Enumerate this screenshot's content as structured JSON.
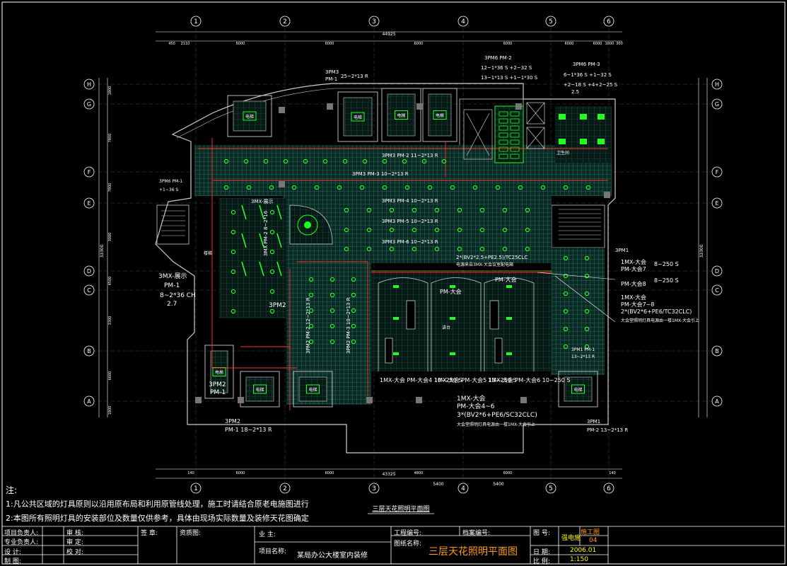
{
  "drawing": {
    "total_dimension": "44925",
    "top_dimensions": [
      "450",
      "2110",
      "6000",
      "6000",
      "6000",
      "6000",
      "6000",
      "6000",
      "1800",
      "300"
    ],
    "bottom_dimensions": [
      "140",
      "6000",
      "6000",
      "4800",
      "6000",
      "140"
    ],
    "bottom_total": "43325",
    "bottom_sub": [
      "5400",
      "5400"
    ],
    "left_dimensions": [
      "1800",
      "7800",
      "7800",
      "3000",
      "4500",
      "3300",
      "6600",
      "1800"
    ],
    "left_total": "33300",
    "right_total": "33300",
    "column_labels": [
      "1",
      "2",
      "3",
      "4",
      "5",
      "6"
    ],
    "row_labels": [
      "H",
      "G",
      "F",
      "E",
      "D",
      "C",
      "B",
      "A"
    ],
    "rooms": [
      "电梯",
      "电梯",
      "电梯",
      "电梯",
      "电梯",
      "电梯",
      "电梯",
      "电梯",
      "电梯",
      "电梯",
      "电梯"
    ],
    "annotations": {
      "pm2_top": "3PM6  PM-2",
      "pm2_line1": "12~1*36 S +2~32 S",
      "pm2_line2": "13~1*13 S +1~1*30 S",
      "pm3_top": "3PM6  PM-3",
      "pm3_line1": "6~1*36 S +1~32 S",
      "pm3_line2": "+2~18 S +4+2~25 S",
      "pm3_line3": "2.5",
      "pm1_top": "3PM3",
      "pm1_sub": "PM-1",
      "pm1_val": "25~2*13 R",
      "pm3_pm2": "3PM3  PM-2 11~2*13 R",
      "pm3_pm3": "3PM3  PM-3 10~2*13 R",
      "pm3_pm4": "3PM3  PM-4  10~2*13 R",
      "pm3_pm5": "3PM3  PM-5  10~2*13 R",
      "pm3_pm6": "3PM3  PM-6  10~2*13 R",
      "left_pm6": "3PM6 PM-1",
      "left_pm6_val": "+1~36 S",
      "mx_top": "3MX-展示",
      "mx_left_title": "3MX-展示",
      "mx_left_pm": "PM-1",
      "mx_left_val": "8~2*36 CH",
      "mx_left_sub": "2.7",
      "pm2_main": "3PM2",
      "pm2_vertical": "3PM2 PM-2 12~2*13 R",
      "pm2_vertical2": "3PM2 PM-3 10~2*13 R",
      "pm2_left_vertical": "3MX PM-2 8~2*16",
      "pm2_bottom_left": "3PM2",
      "pm2_bottom_left_sub": "PM-1",
      "pm2_bottom_text": "3PM2",
      "pm2_bottom_text_sub": "PM-1  18~2*13 R",
      "pm1_right_label": "3PM1",
      "mx_center_line": "2*(BV2*2.5+PE2.5)/TC25CLC",
      "mx_center_note": "电源来自3MX-大会议室配电箱",
      "mx_right_title": "1MX-大会",
      "mx_right_pm": "PM-大会7",
      "mx_right_pm_val": "8~250 S",
      "mx_right_pm2": "PM-大会8",
      "mx_right_pm2_val": "8~250 S",
      "mx_right_block1": "1MX-大会",
      "mx_right_block2": "PM-大会7~8",
      "mx_right_block3": "2*(BV2*6+PE6/TC32CLC)",
      "mx_right_note": "大会堂照明灯具电源由一楼1MX-大会引上",
      "pm_center1": "PM-大会",
      "pm_center2": "PM-大会",
      "pm_small_right": "3PM1 PM-1",
      "pm_small_right_val": "13~2*13 R",
      "mx_bottom1": "1MX-大会 PM-大会4  10~250 S",
      "mx_bottom2": "1MX-大会 PM-大会5  13~250 S",
      "mx_bottom3": "1MX-大会 PM-大会6  10~250 S",
      "mx_bottom_block1": "1MX-大会",
      "mx_bottom_block2": "PM-大会4~6",
      "mx_bottom_block3": "3*(BV2*6+PE6/SC32CLC)",
      "mx_bottom_note": "大会堂照明灯具电源由一楼1MX-大会引上",
      "pm_br": "3PM1",
      "pm_br_sub": "PM-2  13~2*13 R",
      "stage": "讲台",
      "stair": "楼梯",
      "wc": "卫生间"
    },
    "notes_title": "注:",
    "notes": [
      "1:凡公共区域的灯具原则以沿用原布局和利用原管线处理，施工时请结合原老电施图进行",
      "2:本图所有照明灯具的安装部位及数量仅供参考，具体由现场实际数量及装修天花图确定"
    ],
    "drawing_caption": "三层天花照明平面图"
  },
  "title_block": {
    "rows_left": [
      {
        "label": "项目负责人:",
        "label2": "审  核:"
      },
      {
        "label": "专业负责人:",
        "label2": "审  定:"
      },
      {
        "label": "设  计:",
        "label2": "校  对:"
      },
      {
        "label": "制  图:",
        "label2": ""
      }
    ],
    "stamp_label": "签  章:",
    "seal_label": "资质图:",
    "owner_label": "业  主:",
    "project_label": "项目名称:",
    "project_name": "某局办公大楼室内装修",
    "project_no_label": "工程编号:",
    "archive_no_label": "档案编号:",
    "drawing_name_label": "图纸名称:",
    "drawing_name": "三层天花照明平面图",
    "drawing_no_label": "图  号:",
    "drawing_no_stage": "施工图",
    "drawing_no_discipline": "强电施",
    "drawing_no": "04",
    "date_label": "日  期:",
    "date": "2006.01",
    "scale_label": "比  例:",
    "scale": "1:150"
  },
  "colors": {
    "background": "#000000",
    "line": "#ffffff",
    "grid": "#6b7a6b",
    "fixture": "#22ff22",
    "circuit": "#ff3333",
    "wall": "#cccccc",
    "cyan": "#00e5ff",
    "orange": "#ff9a1a",
    "yellow": "#ffff00"
  }
}
